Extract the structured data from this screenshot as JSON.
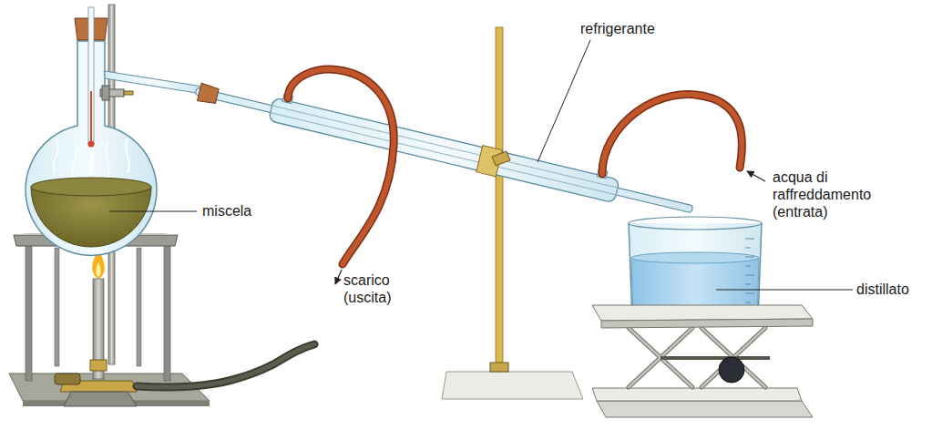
{
  "diagram": {
    "labels": [
      "refrigerante",
      "miscela",
      "scarico (uscita)",
      "acqua di raffreddamento (entrata)",
      "distillato"
    ]
  }
}
